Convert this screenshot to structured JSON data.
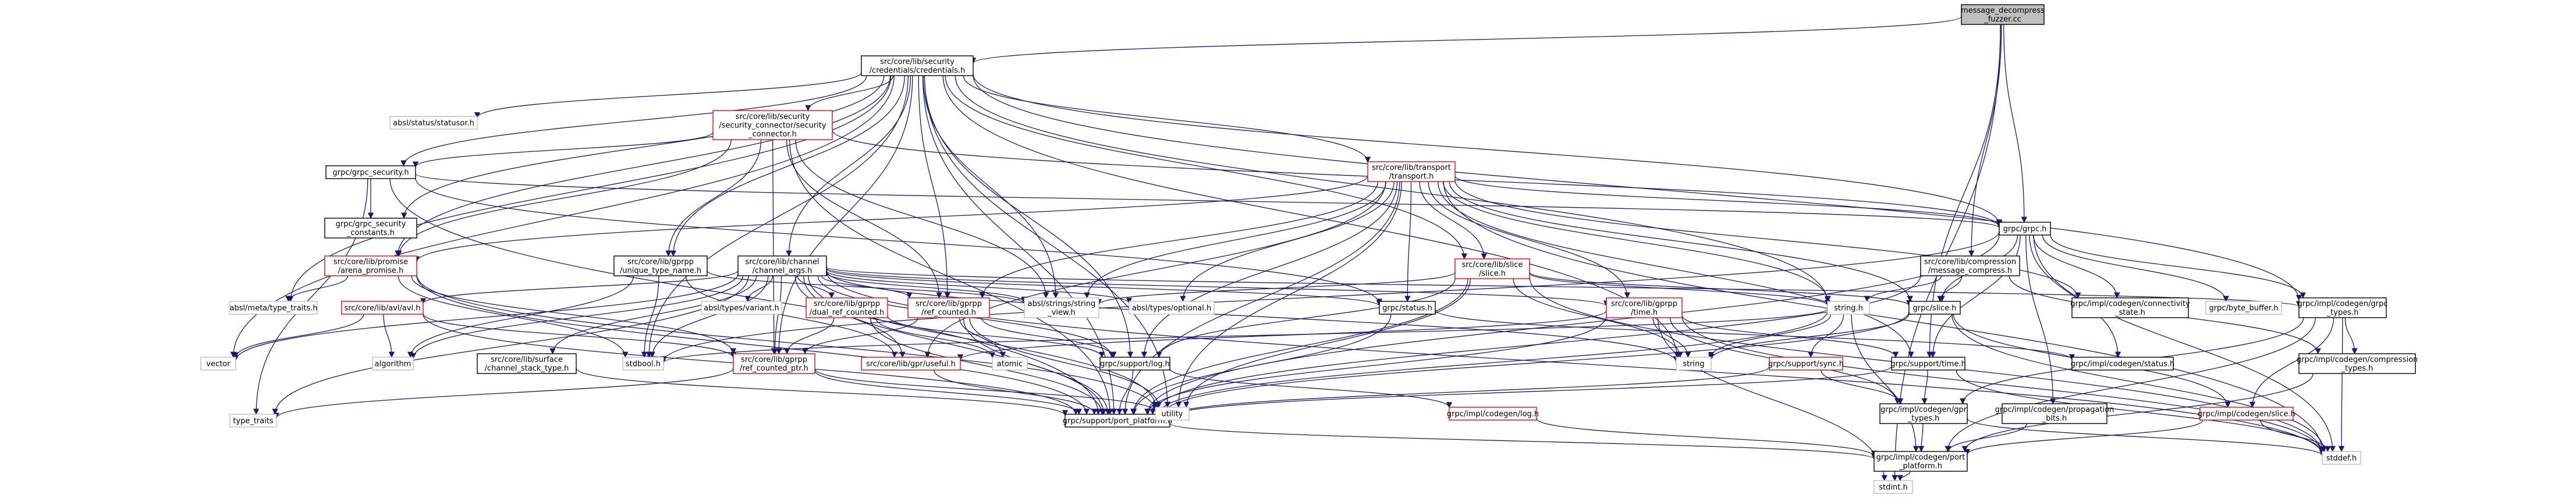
{
  "colors": {
    "edge": "#191970",
    "node_border_black": "#000000",
    "node_border_red": "#ff0000",
    "node_border_gray": "#bfbfbf",
    "root_fill": "#bfbfbf",
    "node_fill": "#ffffff"
  },
  "graph": {
    "nodes": [
      {
        "id": "root",
        "lines": [
          "message_decompress",
          "_fuzzer.cc"
        ],
        "style": "root"
      },
      {
        "id": "cred",
        "lines": [
          "src/core/lib/security",
          "/credentials/credentials.h"
        ],
        "style": "black"
      },
      {
        "id": "statusor",
        "lines": [
          "absl/status/statusor.h"
        ],
        "style": "gray"
      },
      {
        "id": "secconn",
        "lines": [
          "src/core/lib/security",
          "/security_connector/security",
          "_connector.h"
        ],
        "style": "red"
      },
      {
        "id": "grpcsec",
        "lines": [
          "grpc/grpc_security.h"
        ],
        "style": "black"
      },
      {
        "id": "transport",
        "lines": [
          "src/core/lib/transport",
          "/transport.h"
        ],
        "style": "red"
      },
      {
        "id": "grpch",
        "lines": [
          "grpc/grpc.h"
        ],
        "style": "black"
      },
      {
        "id": "secconst",
        "lines": [
          "grpc/grpc_security",
          "_constants.h"
        ],
        "style": "black"
      },
      {
        "id": "arena",
        "lines": [
          "src/core/lib/promise",
          "/arena_promise.h"
        ],
        "style": "red"
      },
      {
        "id": "uniq",
        "lines": [
          "src/core/lib/gprpp",
          "/unique_type_name.h"
        ],
        "style": "black"
      },
      {
        "id": "chargs",
        "lines": [
          "src/core/lib/channel",
          "/channel_args.h"
        ],
        "style": "black"
      },
      {
        "id": "slice",
        "lines": [
          "src/core/lib/slice",
          "/slice.h"
        ],
        "style": "red"
      },
      {
        "id": "compress",
        "lines": [
          "src/core/lib/compression",
          "/message_compress.h"
        ],
        "style": "black"
      },
      {
        "id": "typetraits",
        "lines": [
          "absl/meta/type_traits.h"
        ],
        "style": "gray"
      },
      {
        "id": "avl",
        "lines": [
          "src/core/lib/avl/avl.h"
        ],
        "style": "red"
      },
      {
        "id": "variant",
        "lines": [
          "absl/types/variant.h"
        ],
        "style": "gray"
      },
      {
        "id": "dualref",
        "lines": [
          "src/core/lib/gprpp",
          "/dual_ref_counted.h"
        ],
        "style": "red"
      },
      {
        "id": "refcounted",
        "lines": [
          "src/core/lib/gprpp",
          "/ref_counted.h"
        ],
        "style": "red"
      },
      {
        "id": "strview",
        "lines": [
          "absl/strings/string",
          "_view.h"
        ],
        "style": "gray"
      },
      {
        "id": "optional",
        "lines": [
          "absl/types/optional.h"
        ],
        "style": "gray"
      },
      {
        "id": "grpcstatus",
        "lines": [
          "grpc/status.h"
        ],
        "style": "black"
      },
      {
        "id": "gtime",
        "lines": [
          "src/core/lib/gprpp",
          "/time.h"
        ],
        "style": "red"
      },
      {
        "id": "stringh",
        "lines": [
          "string.h"
        ],
        "style": "gray"
      },
      {
        "id": "grpcslice",
        "lines": [
          "grpc/slice.h"
        ],
        "style": "black"
      },
      {
        "id": "conn",
        "lines": [
          "grpc/impl/codegen/connectivity",
          "_state.h"
        ],
        "style": "black"
      },
      {
        "id": "bytebuf",
        "lines": [
          "grpc/byte_buffer.h"
        ],
        "style": "gray"
      },
      {
        "id": "grpctypes",
        "lines": [
          "grpc/impl/codegen/grpc",
          "_types.h"
        ],
        "style": "black"
      },
      {
        "id": "surface",
        "lines": [
          "src/core/lib/surface",
          "/channel_stack_type.h"
        ],
        "style": "black"
      },
      {
        "id": "vector",
        "lines": [
          "vector"
        ],
        "style": "gray"
      },
      {
        "id": "algorithm",
        "lines": [
          "algorithm"
        ],
        "style": "gray"
      },
      {
        "id": "refptr",
        "lines": [
          "src/core/lib/gprpp",
          "/ref_counted_ptr.h"
        ],
        "style": "red"
      },
      {
        "id": "useful",
        "lines": [
          "src/core/lib/gpr/useful.h"
        ],
        "style": "red"
      },
      {
        "id": "atomic",
        "lines": [
          "atomic"
        ],
        "style": "gray"
      },
      {
        "id": "stdbool",
        "lines": [
          "stdbool.h"
        ],
        "style": "gray"
      },
      {
        "id": "synch",
        "lines": [
          "grpc/support/sync.h"
        ],
        "style": "red"
      },
      {
        "id": "stdstring",
        "lines": [
          "string"
        ],
        "style": "gray"
      },
      {
        "id": "timeh",
        "lines": [
          "grpc/support/time.h"
        ],
        "style": "black"
      },
      {
        "id": "cgstatus",
        "lines": [
          "grpc/impl/codegen/status.h"
        ],
        "style": "black"
      },
      {
        "id": "comptypes",
        "lines": [
          "grpc/impl/codegen/compression",
          "_types.h"
        ],
        "style": "black"
      },
      {
        "id": "logh",
        "lines": [
          "grpc/support/log.h"
        ],
        "style": "black"
      },
      {
        "id": "cglog",
        "lines": [
          "grpc/impl/codegen/log.h"
        ],
        "style": "red"
      },
      {
        "id": "gprtypes",
        "lines": [
          "grpc/impl/codegen/gpr",
          "_types.h"
        ],
        "style": "black"
      },
      {
        "id": "propbits",
        "lines": [
          "grpc/impl/codegen/propagation",
          "_bits.h"
        ],
        "style": "black"
      },
      {
        "id": "cgslice",
        "lines": [
          "grpc/impl/codegen/slice.h"
        ],
        "style": "red"
      },
      {
        "id": "typetraits2",
        "lines": [
          "type_traits"
        ],
        "style": "gray"
      },
      {
        "id": "portplat",
        "lines": [
          "grpc/support/port_platform.h"
        ],
        "style": "black"
      },
      {
        "id": "utility",
        "lines": [
          "utility"
        ],
        "style": "gray"
      },
      {
        "id": "cgportplat",
        "lines": [
          "grpc/impl/codegen/port",
          "_platform.h"
        ],
        "style": "black"
      },
      {
        "id": "stddef",
        "lines": [
          "stddef.h"
        ],
        "style": "gray"
      },
      {
        "id": "stdint",
        "lines": [
          "stdint.h"
        ],
        "style": "gray"
      }
    ],
    "edges": [
      [
        "root",
        "cred"
      ],
      [
        "root",
        "compress"
      ],
      [
        "root",
        "grpch"
      ],
      [
        "root",
        "timeh"
      ],
      [
        "root",
        "stdint"
      ],
      [
        "cred",
        "statusor"
      ],
      [
        "cred",
        "secconn"
      ],
      [
        "cred",
        "grpcsec"
      ],
      [
        "cred",
        "secconst"
      ],
      [
        "cred",
        "arena"
      ],
      [
        "cred",
        "uniq"
      ],
      [
        "cred",
        "chargs"
      ],
      [
        "cred",
        "transport"
      ],
      [
        "cred",
        "slice"
      ],
      [
        "cred",
        "grpch"
      ],
      [
        "cred",
        "grpctypes"
      ],
      [
        "cred",
        "refptr"
      ],
      [
        "cred",
        "portplat"
      ],
      [
        "cred",
        "strview"
      ],
      [
        "cred",
        "logh"
      ],
      [
        "cred",
        "typetraits"
      ],
      [
        "cred",
        "vector"
      ],
      [
        "cred",
        "stdbool"
      ],
      [
        "cred",
        "utility"
      ],
      [
        "cred",
        "stringh"
      ],
      [
        "cred",
        "refcounted"
      ],
      [
        "cred",
        "stdstring"
      ],
      [
        "secconn",
        "grpcsec"
      ],
      [
        "secconn",
        "arena"
      ],
      [
        "secconn",
        "uniq"
      ],
      [
        "secconn",
        "refcounted"
      ],
      [
        "secconn",
        "strview"
      ],
      [
        "secconn",
        "grpch"
      ],
      [
        "secconn",
        "portplat"
      ],
      [
        "secconn",
        "refptr"
      ],
      [
        "grpcsec",
        "grpch"
      ],
      [
        "grpcsec",
        "grpcstatus"
      ],
      [
        "grpcsec",
        "portplat"
      ],
      [
        "grpcsec",
        "secconst"
      ],
      [
        "grpcsec",
        "typetraits2"
      ],
      [
        "transport",
        "grpch"
      ],
      [
        "transport",
        "arena"
      ],
      [
        "transport",
        "slice"
      ],
      [
        "transport",
        "strview"
      ],
      [
        "transport",
        "optional"
      ],
      [
        "transport",
        "grpcslice"
      ],
      [
        "transport",
        "grpcstatus"
      ],
      [
        "transport",
        "stringh"
      ],
      [
        "transport",
        "logh"
      ],
      [
        "transport",
        "portplat"
      ],
      [
        "transport",
        "refcounted"
      ],
      [
        "transport",
        "gtime"
      ],
      [
        "transport",
        "conn"
      ],
      [
        "transport",
        "utility"
      ],
      [
        "transport",
        "stddef"
      ],
      [
        "transport",
        "useful"
      ],
      [
        "transport",
        "timeh"
      ],
      [
        "grpch",
        "grpctypes"
      ],
      [
        "grpch",
        "grpcslice"
      ],
      [
        "grpch",
        "conn"
      ],
      [
        "grpch",
        "bytebuf"
      ],
      [
        "grpch",
        "propbits"
      ],
      [
        "grpch",
        "stddef"
      ],
      [
        "grpch",
        "timeh"
      ],
      [
        "grpch",
        "portplat"
      ],
      [
        "grpch",
        "cgstatus"
      ],
      [
        "grpch",
        "stdbool"
      ],
      [
        "arena",
        "typetraits"
      ],
      [
        "arena",
        "portplat"
      ],
      [
        "arena",
        "utility"
      ],
      [
        "arena",
        "refptr"
      ],
      [
        "arena",
        "stdbool"
      ],
      [
        "uniq",
        "strview"
      ],
      [
        "uniq",
        "useful"
      ],
      [
        "uniq",
        "algorithm"
      ],
      [
        "uniq",
        "stdbool"
      ],
      [
        "chargs",
        "strview"
      ],
      [
        "chargs",
        "variant"
      ],
      [
        "chargs",
        "optional"
      ],
      [
        "chargs",
        "avl"
      ],
      [
        "chargs",
        "dualref"
      ],
      [
        "chargs",
        "refcounted"
      ],
      [
        "chargs",
        "refptr"
      ],
      [
        "chargs",
        "gtime"
      ],
      [
        "chargs",
        "surface"
      ],
      [
        "chargs",
        "stdstring"
      ],
      [
        "chargs",
        "typetraits2"
      ],
      [
        "chargs",
        "useful"
      ],
      [
        "chargs",
        "grpctypes"
      ],
      [
        "chargs",
        "portplat"
      ],
      [
        "chargs",
        "vector"
      ],
      [
        "chargs",
        "algorithm"
      ],
      [
        "chargs",
        "stdbool"
      ],
      [
        "chargs",
        "utility"
      ],
      [
        "chargs",
        "stddef"
      ],
      [
        "chargs",
        "grpcstatus"
      ],
      [
        "chargs",
        "logh"
      ],
      [
        "slice",
        "strview"
      ],
      [
        "slice",
        "grpcslice"
      ],
      [
        "slice",
        "stringh"
      ],
      [
        "slice",
        "portplat"
      ],
      [
        "slice",
        "logh"
      ],
      [
        "slice",
        "stdstring"
      ],
      [
        "slice",
        "utility"
      ],
      [
        "slice",
        "stddef"
      ],
      [
        "compress",
        "grpcslice"
      ],
      [
        "compress",
        "comptypes"
      ],
      [
        "compress",
        "portplat"
      ],
      [
        "compress",
        "stringh"
      ],
      [
        "avl",
        "vector"
      ],
      [
        "avl",
        "algorithm"
      ],
      [
        "avl",
        "refptr"
      ],
      [
        "avl",
        "portplat"
      ],
      [
        "dualref",
        "atomic"
      ],
      [
        "dualref",
        "refptr"
      ],
      [
        "dualref",
        "portplat"
      ],
      [
        "dualref",
        "logh"
      ],
      [
        "refcounted",
        "atomic"
      ],
      [
        "refcounted",
        "refptr"
      ],
      [
        "refcounted",
        "logh"
      ],
      [
        "refcounted",
        "portplat"
      ],
      [
        "refcounted",
        "utility"
      ],
      [
        "grpcstatus",
        "cgstatus"
      ],
      [
        "grpcstatus",
        "portplat"
      ],
      [
        "gtime",
        "timeh"
      ],
      [
        "gtime",
        "stdstring"
      ],
      [
        "gtime",
        "portplat"
      ],
      [
        "gtime",
        "stdint"
      ],
      [
        "gtime",
        "useful"
      ],
      [
        "gtime",
        "stddef"
      ],
      [
        "gtime",
        "gprtypes"
      ],
      [
        "stringh",
        "stdstring"
      ],
      [
        "stringh",
        "portplat"
      ],
      [
        "stringh",
        "synch"
      ],
      [
        "stringh",
        "stdbool"
      ],
      [
        "stringh",
        "cgportplat"
      ],
      [
        "grpcslice",
        "stdstring"
      ],
      [
        "grpcslice",
        "cgslice"
      ],
      [
        "grpcslice",
        "portplat"
      ],
      [
        "grpcslice",
        "stddef"
      ],
      [
        "grpctypes",
        "comptypes"
      ],
      [
        "grpctypes",
        "gprtypes"
      ],
      [
        "grpctypes",
        "cgslice"
      ],
      [
        "grpctypes",
        "stddef"
      ],
      [
        "grpctypes",
        "cgportplat"
      ],
      [
        "surface",
        "portplat"
      ],
      [
        "refptr",
        "typetraits2"
      ],
      [
        "refptr",
        "utility"
      ],
      [
        "refptr",
        "portplat"
      ],
      [
        "useful",
        "portplat"
      ],
      [
        "synch",
        "gprtypes"
      ],
      [
        "synch",
        "portplat"
      ],
      [
        "timeh",
        "gprtypes"
      ],
      [
        "timeh",
        "portplat"
      ],
      [
        "timeh",
        "stddef"
      ],
      [
        "comptypes",
        "cgportplat"
      ],
      [
        "logh",
        "cglog"
      ],
      [
        "logh",
        "portplat"
      ],
      [
        "cglog",
        "cgportplat"
      ],
      [
        "gprtypes",
        "cgportplat"
      ],
      [
        "gprtypes",
        "stddef"
      ],
      [
        "propbits",
        "cgportplat"
      ],
      [
        "cgslice",
        "cgportplat"
      ],
      [
        "cgslice",
        "stddef"
      ],
      [
        "portplat",
        "cgportplat"
      ],
      [
        "cgportplat",
        "stdint"
      ]
    ]
  }
}
